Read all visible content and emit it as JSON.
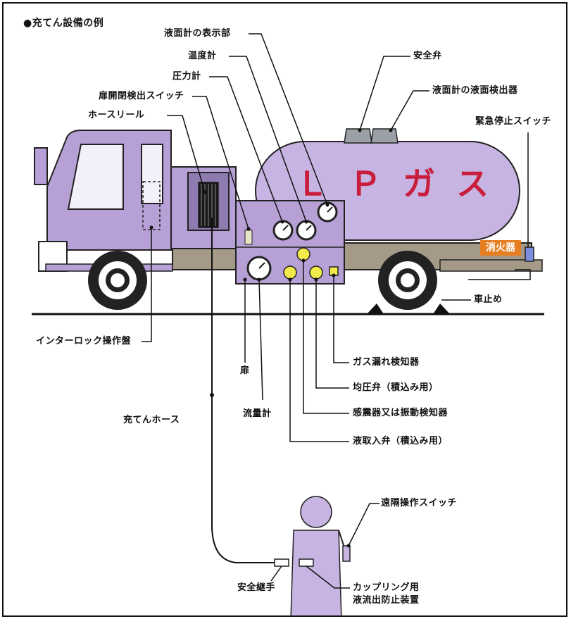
{
  "title": "●充てん設備の例",
  "tank_text": "ＬＰガス",
  "extinguisher_text": "消火器",
  "labels": {
    "level_display": "液面計の表示部",
    "thermometer": "温度計",
    "pressure_gauge": "圧力計",
    "door_switch": "扉開閉検出スイッチ",
    "hose_reel": "ホースリール",
    "safety_valve": "安全弁",
    "level_detector": "液面計の液面検出器",
    "emergency_stop": "緊急停止スイッチ",
    "wheel_chock": "車止め",
    "interlock": "インターロック操作盤",
    "gas_leak": "ガス漏れ検知器",
    "equalizer_valve": "均圧弁（積込み用）",
    "seismic": "感震器又は振動検知器",
    "door": "扉",
    "liquid_valve": "液取入弁（積込み用）",
    "flowmeter": "流量計",
    "fill_hose": "充てんホース",
    "remote_switch": "遠隔操作スイッチ",
    "safety_joint": "安全継手",
    "coupling_1": "カップリング用",
    "coupling_2": "液流出防止装置"
  },
  "colors": {
    "vehicle_body": "#b6a0d6",
    "tank": "#c7b4e2",
    "chassis": "#a59a88",
    "lp_text": "#c81e3c",
    "extinguisher": "#e67e22",
    "yellow_fitting": "#f2ea4a"
  }
}
